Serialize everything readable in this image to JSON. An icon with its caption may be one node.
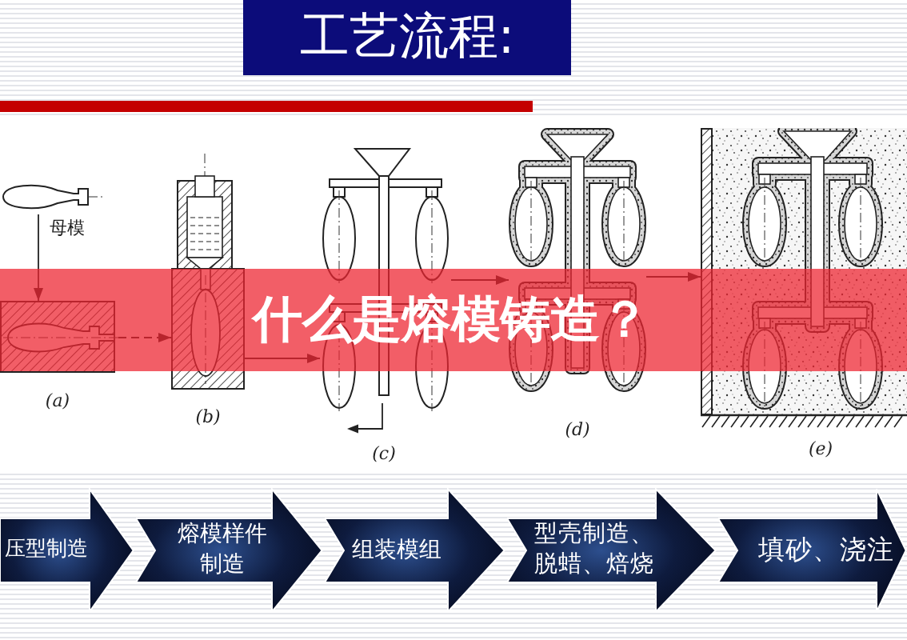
{
  "diagram": {
    "title": "工艺流程:",
    "nodes": [
      {
        "text": [],
        "shape": "picture",
        "beside": [
          "母模"
        ]
      },
      {
        "text": [],
        "shape": "picture",
        "beside": [
          "(a)"
        ]
      },
      {
        "text": [],
        "shape": "picture",
        "beside": [
          "(b)"
        ]
      },
      {
        "text": [],
        "shape": "picture",
        "beside": [
          "(c)"
        ]
      },
      {
        "text": [],
        "shape": "picture",
        "beside": [
          "(d)"
        ]
      },
      {
        "text": [],
        "shape": "picture",
        "beside": [
          "(e)"
        ]
      },
      {
        "text": [
          "压型制造"
        ]
      },
      {
        "text": [
          "熔模样件制造"
        ]
      },
      {
        "text": [
          "组装模组"
        ]
      },
      {
        "text": [
          "型壳制造、脱蜡、焙烧"
        ]
      },
      {
        "text": [
          "填砂、浇注"
        ]
      }
    ],
    "edges": [
      {
        "from": 0,
        "to": 1,
        "arrow": "to"
      },
      {
        "from": 1,
        "to": 2,
        "arrow": "to",
        "style": "dashed"
      },
      {
        "from": 2,
        "to": 3,
        "arrow": "to"
      },
      {
        "from": 3,
        "to": 4,
        "arrow": "to"
      },
      {
        "from": 4,
        "to": 5,
        "arrow": "to"
      }
    ],
    "labels": [
      "什么是熔模铸造？"
    ]
  }
}
